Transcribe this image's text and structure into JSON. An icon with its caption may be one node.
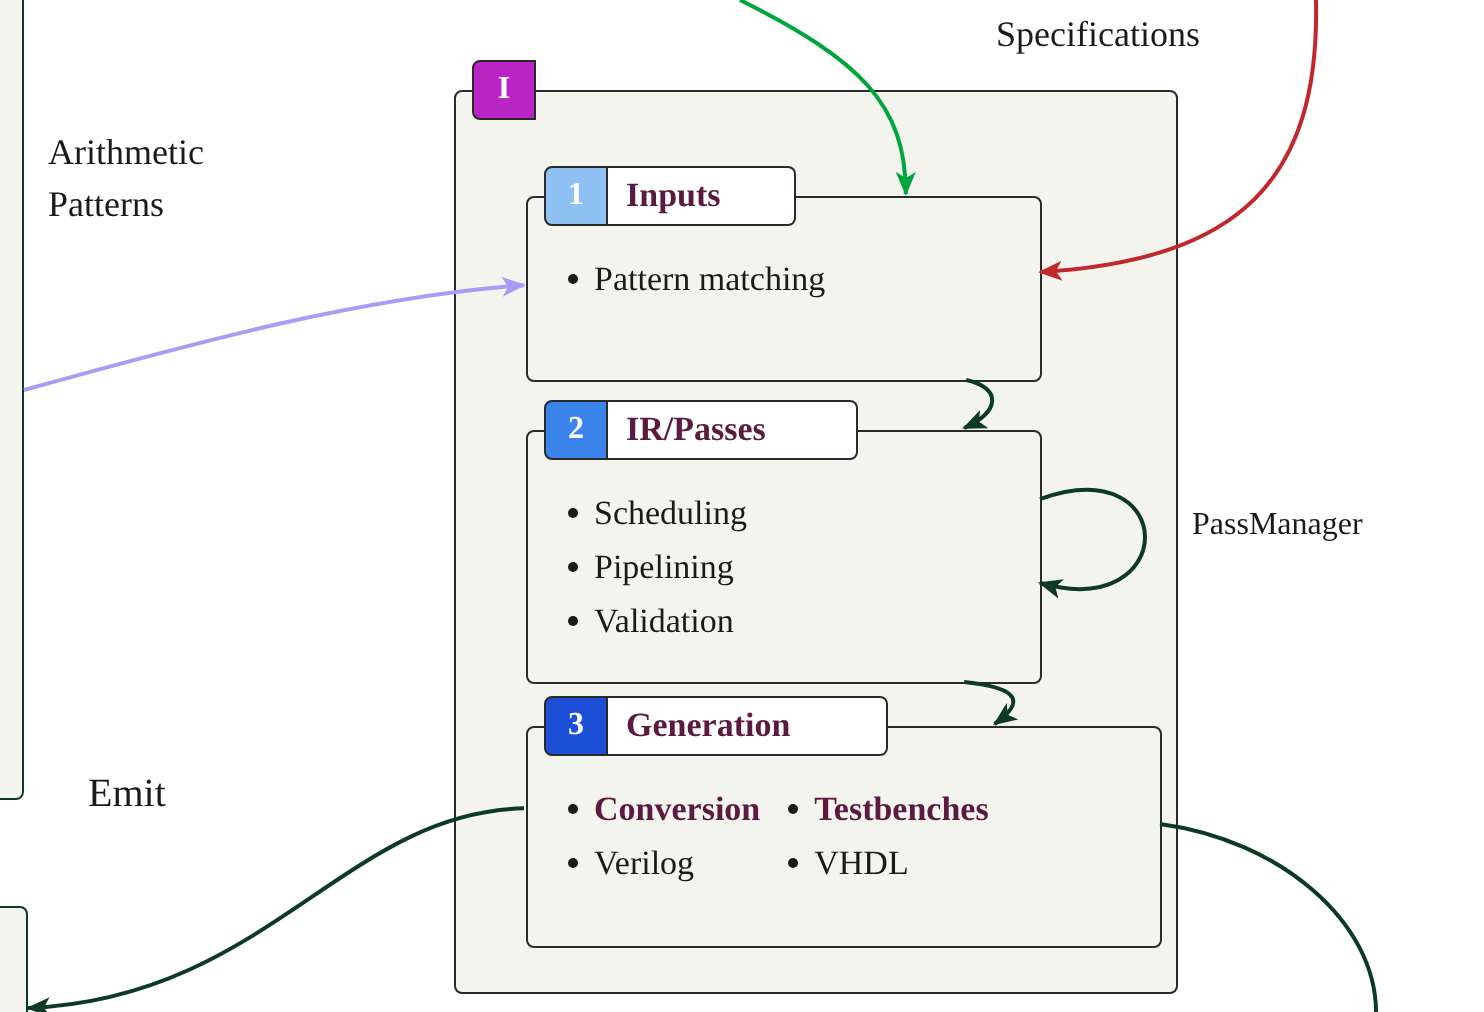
{
  "diagram": {
    "nodes": [
      {
        "text": [],
        "shape": "box"
      },
      {
        "text": [],
        "shape": "box"
      },
      {
        "text": [
          "I"
        ]
      },
      {
        "text": [
          "1",
          "Inputs",
          "Pattern matching"
        ],
        "in": 2
      },
      {
        "text": [
          "2",
          "IR/Passes",
          "Scheduling",
          "Pipelining",
          "Validation"
        ],
        "in": 2
      },
      {
        "text": [
          "3",
          "Generation",
          "Conversion",
          "Testbenches",
          "Verilog",
          "VHDL"
        ],
        "in": 2
      }
    ],
    "edges": [
      {
        "from": null,
        "to": 3,
        "arrow": "to",
        "color": "#00a63c"
      },
      {
        "from": null,
        "to": 3,
        "arrow": "to",
        "label": "Specifications",
        "color": "#c0282d"
      },
      {
        "from": 0,
        "to": 3,
        "arrow": "to",
        "label": "Arithmetic Patterns",
        "color": "#a99cf7"
      },
      {
        "from": 3,
        "to": 4,
        "arrow": "to"
      },
      {
        "from": 4,
        "to": 4,
        "arrow": "to",
        "label": "PassManager"
      },
      {
        "from": 4,
        "to": 5,
        "arrow": "to"
      },
      {
        "from": 5,
        "to": 1,
        "arrow": "to",
        "label": "Emit"
      },
      {
        "from": 5,
        "to": null,
        "arrow": "none"
      }
    ]
  }
}
